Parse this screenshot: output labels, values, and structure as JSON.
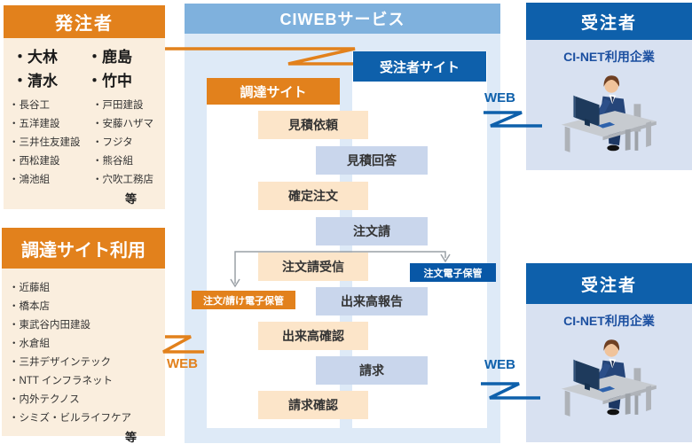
{
  "glyphs": {
    "bullet": "・"
  },
  "orderer": {
    "title": "発注者",
    "major_members": [
      "大林",
      "鹿島",
      "清水",
      "竹中"
    ],
    "members": [
      "長谷工",
      "戸田建設",
      "五洋建設",
      "安藤ハザマ",
      "三井住友建設",
      "フジタ",
      "西松建設",
      "熊谷組",
      "鴻池組",
      "穴吹工務店"
    ],
    "etc": "等"
  },
  "procurement_users": {
    "title": "調達サイト利用",
    "members": [
      "近藤組",
      "橋本店",
      "東武谷内田建設",
      "水倉組",
      "三井デザインテック",
      "NTT インフラネット",
      "内外テクノス",
      "シミズ・ビルライフケア"
    ],
    "etc": "等"
  },
  "ciweb": {
    "title": "CIWEBサービス",
    "procurement_site_label": "調達サイト",
    "contractor_site_label": "受注者サイト",
    "steps": [
      "見積依頼",
      "見積回答",
      "確定注文",
      "注文請",
      "注文請受信",
      "出来高報告",
      "出来高確認",
      "請求",
      "請求確認"
    ],
    "badge_orange": "注文/請け電子保管",
    "badge_blue": "注文電子保管"
  },
  "contractor_sites": [
    {
      "title": "受注者",
      "subtitle": "CI-NET利用企業"
    },
    {
      "title": "受注者",
      "subtitle": "CI-NET利用企業"
    }
  ],
  "web_labels": [
    "WEB",
    "WEB",
    "WEB"
  ],
  "colors": {
    "orange": "#E2811C",
    "dark_blue": "#0E60AB",
    "badge_blue": "#0857A6",
    "ciweb_header_blue": "#7FB1DD",
    "center_panel_bg": "#DEEAF7",
    "cream_panel_bg": "#FAEEDE",
    "contractor_panel_bg": "#D8E1F1",
    "step_peach": "#FCE5C9",
    "step_blue": "#C9D6EC",
    "connector_gray": "#9AA0A6"
  }
}
